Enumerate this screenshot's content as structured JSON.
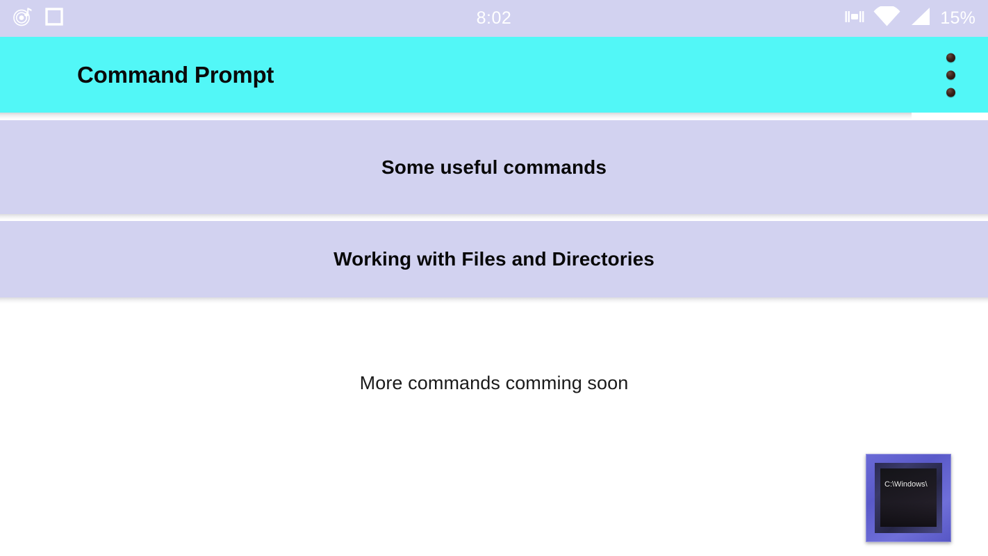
{
  "status_bar": {
    "clock": "8:02",
    "battery_percent": "15%",
    "background_color": "#d2d2f0",
    "foreground_color": "#ffffff",
    "left_icons": [
      {
        "name": "music-record-icon",
        "label": "music player notification"
      },
      {
        "name": "square-outline-icon",
        "label": "screenshot notification"
      }
    ],
    "right_icons": [
      {
        "name": "vibrate-icon",
        "label": "vibrate mode"
      },
      {
        "name": "wifi-icon",
        "label": "wifi signal"
      },
      {
        "name": "cell-signal-icon",
        "label": "cellular signal"
      }
    ]
  },
  "app_bar": {
    "title": "Command Prompt",
    "background_color": "#52f7f7",
    "title_color": "#0a0a0a",
    "overflow_menu_label": "More options",
    "overflow_dot_count": 3
  },
  "main": {
    "cards": [
      {
        "label": "Some useful commands"
      },
      {
        "label": "Working with Files and Directories"
      }
    ],
    "card_background_color": "#d2d2f0",
    "card_text_color": "#080808",
    "note": "More commands comming soon"
  },
  "cmd_icon": {
    "name": "command-prompt-icon",
    "screen_text": "C:\\Windows\\",
    "frame_color": "#6a6ad6",
    "screen_color": "#1a1720"
  }
}
